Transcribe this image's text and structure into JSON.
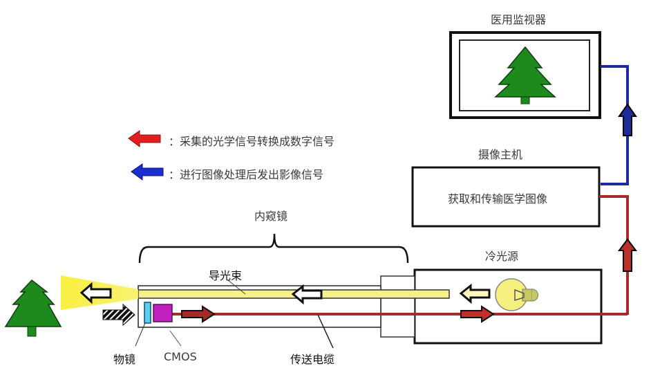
{
  "labels": {
    "monitor": "医用监视器",
    "camera_host": "摄像主机",
    "camera_host_desc": "获取和传输医学图像",
    "cold_light": "冷光源",
    "endoscope": "内窥镜",
    "light_bundle": "导光束",
    "cable": "传送电缆",
    "objective": "物镜",
    "cmos": "CMOS"
  },
  "legend": [
    {
      "color": "#e02020",
      "text": "：采集的光学信号转换成数字信号"
    },
    {
      "color": "#1a2fd0",
      "text": "：进行图像处理后发出影像信号"
    }
  ],
  "colors": {
    "red_signal": "#a52a2a",
    "blue_signal": "#1c2a9a",
    "tree": "#1e8a1e",
    "light_bundle": "#f5f08a",
    "objective": "#5ad0f0",
    "cmos": "#c020c0"
  }
}
